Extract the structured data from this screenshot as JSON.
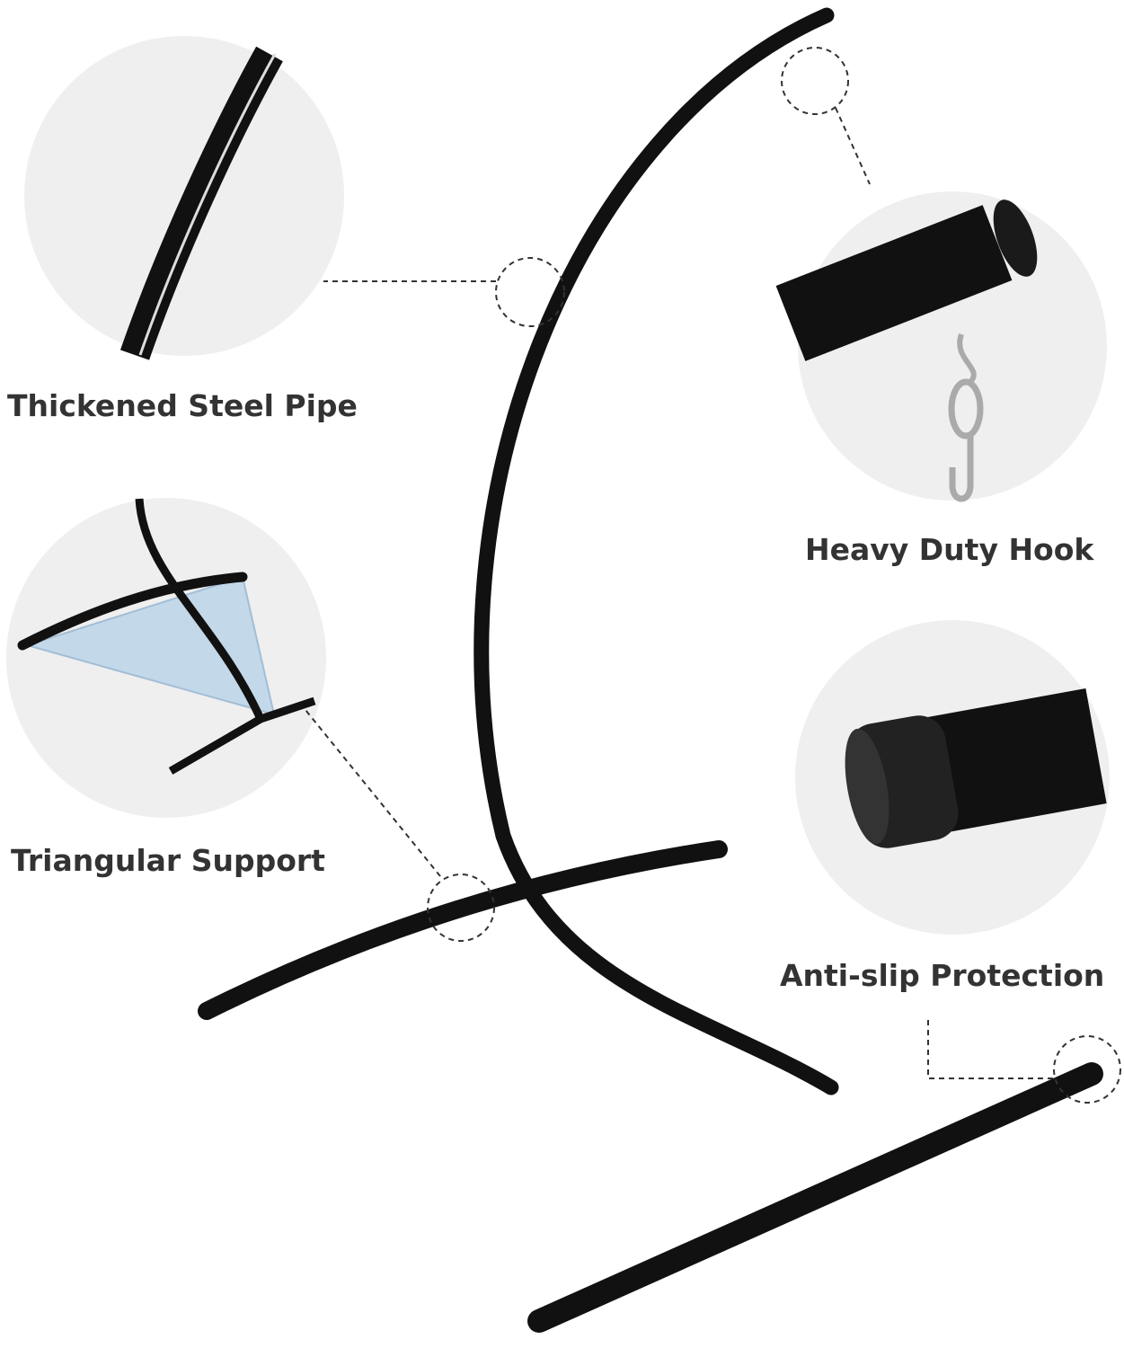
{
  "features": [
    {
      "label": "Thickened Steel Pipe",
      "icon": "steel-pipe-closeup"
    },
    {
      "label": "Heavy Duty Hook",
      "icon": "hook-closeup"
    },
    {
      "label": "Triangular Support",
      "icon": "triangle-support-closeup"
    },
    {
      "label": "Anti-slip Protection",
      "icon": "rubber-cap-closeup"
    }
  ],
  "colors": {
    "background": "#ffffff",
    "circle": "#efefef",
    "steel": "#111111",
    "text": "#333333",
    "triangle": "#b9d3e8"
  }
}
